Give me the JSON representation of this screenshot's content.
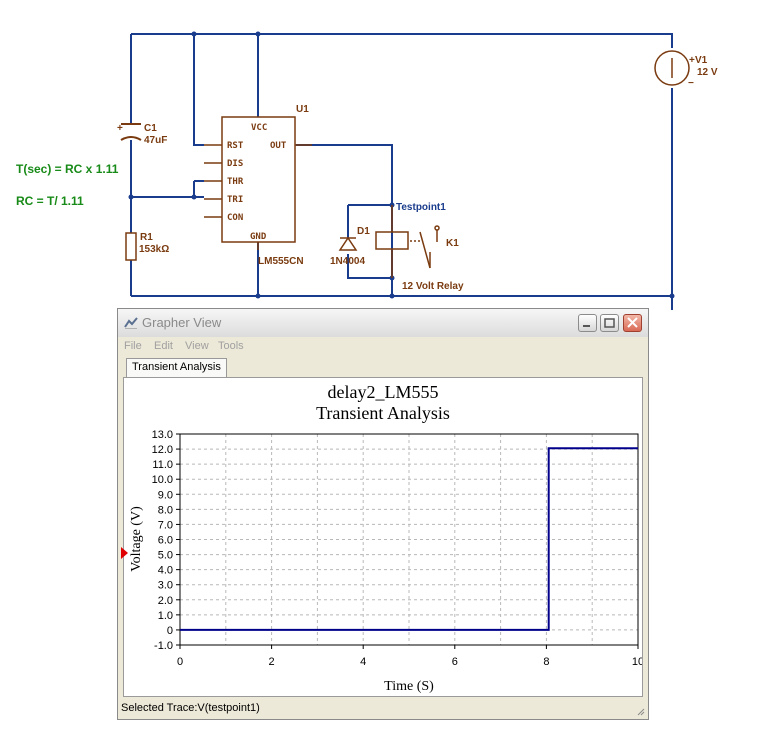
{
  "schematic": {
    "c1": {
      "name": "C1",
      "value": "47uF",
      "polarity": "+"
    },
    "r1": {
      "name": "R1",
      "value": "153kΩ"
    },
    "u1": {
      "name": "U1",
      "part": "LM555CN",
      "pins": {
        "vcc": "VCC",
        "rst": "RST",
        "out": "OUT",
        "dis": "DIS",
        "thr": "THR",
        "tri": "TRI",
        "con": "CON",
        "gnd": "GND"
      }
    },
    "d1": {
      "name": "D1",
      "part": "1N4004"
    },
    "k1": {
      "name": "K1",
      "caption": "12 Volt Relay"
    },
    "v1": {
      "name": "V1",
      "value": "12 V",
      "plus": "+",
      "minus": "−"
    },
    "testpoint": {
      "label": "Testpoint1"
    },
    "notes": {
      "formula1": "T(sec) = RC x 1.11",
      "formula2": "RC = T/ 1.11"
    },
    "colors": {
      "wire": "#1a3c8c",
      "component": "#7a3b10",
      "note": "#178a17"
    }
  },
  "grapher": {
    "title": "Grapher View",
    "menu": {
      "file": "File",
      "edit": "Edit",
      "view": "View",
      "tools": "Tools"
    },
    "tab": "Transient Analysis",
    "status": "Selected Trace:V(testpoint1)"
  },
  "chart_data": {
    "type": "line",
    "title": "delay2_LM555",
    "subtitle": "Transient Analysis",
    "xlabel": "Time (S)",
    "ylabel": "Voltage (V)",
    "xlim": [
      0,
      10
    ],
    "ylim": [
      -1.0,
      13.0
    ],
    "xticks": [
      0,
      2,
      4,
      6,
      8,
      10
    ],
    "yticks": [
      "-1.0",
      "0",
      "1.0",
      "2.0",
      "3.0",
      "4.0",
      "5.0",
      "6.0",
      "7.0",
      "8.0",
      "9.0",
      "10.0",
      "11.0",
      "12.0",
      "13.0"
    ],
    "grid": true,
    "series": [
      {
        "color": "#00008b",
        "x": [
          0,
          8.05,
          8.05,
          10
        ],
        "y": [
          0,
          0,
          12.05,
          12.05
        ]
      }
    ]
  }
}
